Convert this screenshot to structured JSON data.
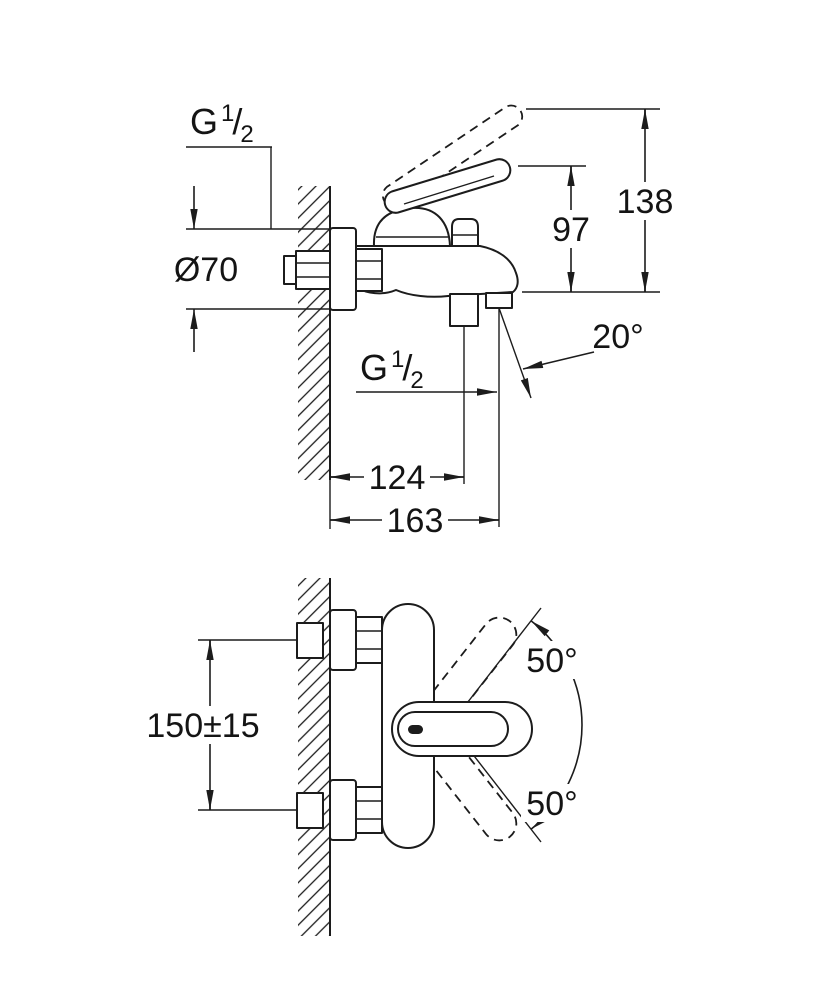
{
  "drawing": {
    "line_color": "#1c1c1c",
    "background_color": "#ffffff",
    "side_view": {
      "wall_thread_label": {
        "prefix": "G",
        "numerator": "1",
        "slash": "/",
        "denominator": "2"
      },
      "escutcheon_diameter_label": "Ø70",
      "outlet_to_lever_top_label": "97",
      "outlet_to_raised_lever_label": "138",
      "spout_angle_label": "20°",
      "shower_thread_label": {
        "prefix": "G",
        "numerator": "1",
        "slash": "/",
        "denominator": "2"
      },
      "wall_to_shower_outlet_label": "124",
      "wall_to_spout_outlet_label": "163"
    },
    "front_view": {
      "connection_spacing_label": "150±15",
      "lever_swing_up_label": "50°",
      "lever_swing_down_label": "50°"
    }
  }
}
